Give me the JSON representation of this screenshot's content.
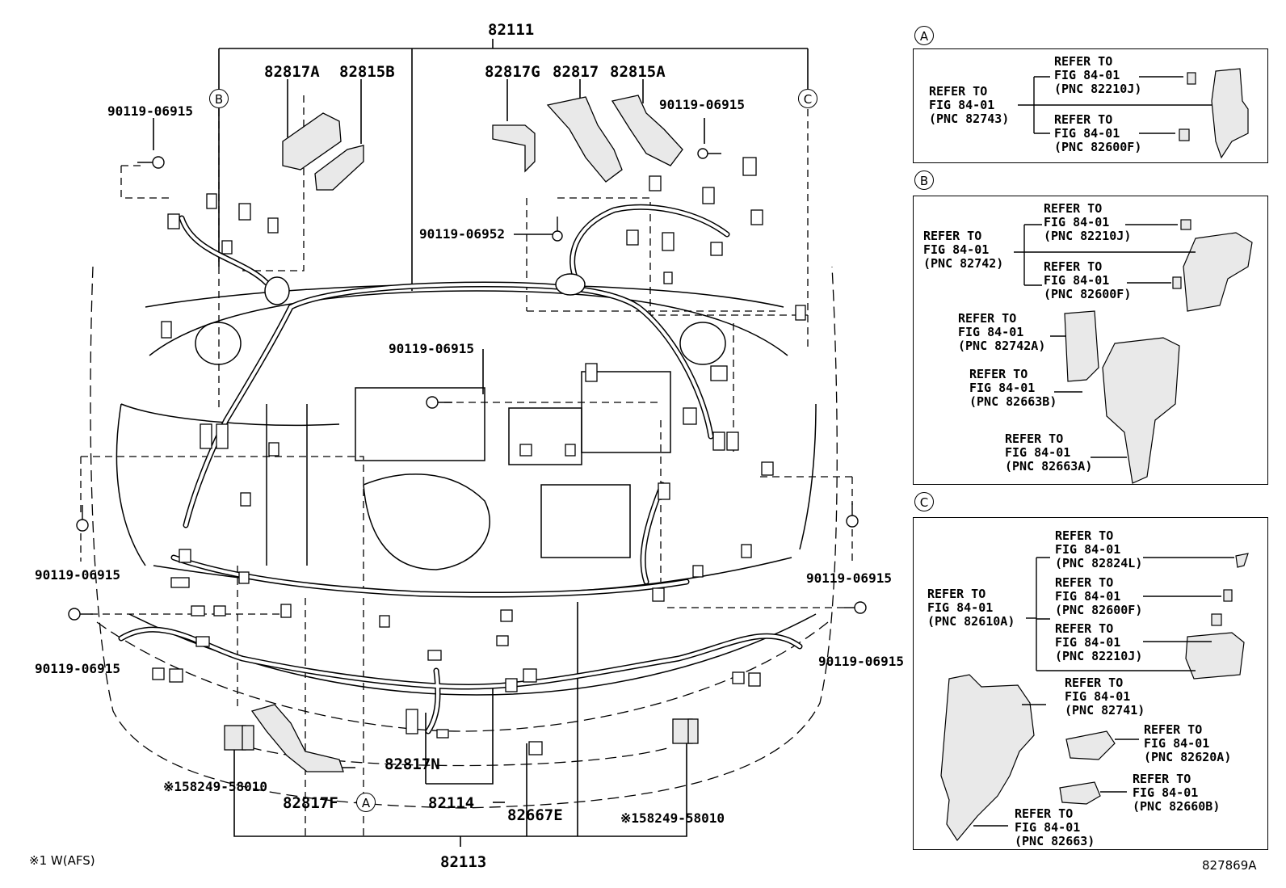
{
  "main": {
    "part_82111": "82111",
    "part_82113": "82113",
    "part_82114": "82114",
    "part_82817A": "82817A",
    "part_82815B": "82815B",
    "part_82817G": "82817G",
    "part_82817": "82817",
    "part_82815A": "82815A",
    "part_82817N": "82817N",
    "part_82817F": "82817F",
    "part_82667E": "82667E",
    "bolt_tl": "90119-06915",
    "bolt_tr": "90119-06915",
    "bolt_mid": "90119-06915",
    "bolt_06952": "90119-06952",
    "bolt_left1": "90119-06915",
    "bolt_left2": "90119-06915",
    "bolt_right1": "90119-06915",
    "bolt_right2": "90119-06915",
    "clip_left": "※158249-58010",
    "clip_right": "※158249-58010",
    "marker_A": "A",
    "marker_B": "B",
    "marker_C": "C",
    "footnote": "※1 W(AFS)",
    "figure_id": "827869A"
  },
  "panel_A": {
    "marker": "A",
    "main_ref": [
      "REFER TO",
      "FIG 84-01",
      "(PNC 82743)"
    ],
    "ref1": [
      "REFER TO",
      "FIG 84-01",
      "(PNC 82210J)"
    ],
    "ref2": [
      "REFER TO",
      "FIG 84-01",
      "(PNC 82600F)"
    ]
  },
  "panel_B": {
    "marker": "B",
    "main_ref": [
      "REFER TO",
      "FIG 84-01",
      "(PNC 82742)"
    ],
    "ref1": [
      "REFER TO",
      "FIG 84-01",
      "(PNC 82210J)"
    ],
    "ref2": [
      "REFER TO",
      "FIG 84-01",
      "(PNC 82600F)"
    ],
    "ref3": [
      "REFER TO",
      "FIG 84-01",
      "(PNC 82742A)"
    ],
    "ref4": [
      "REFER TO",
      "FIG 84-01",
      "(PNC 82663B)"
    ],
    "ref5": [
      "REFER TO",
      "FIG 84-01",
      "(PNC 82663A)"
    ]
  },
  "panel_C": {
    "marker": "C",
    "main_ref": [
      "REFER TO",
      "FIG 84-01",
      "(PNC 82610A)"
    ],
    "ref1": [
      "REFER TO",
      "FIG 84-01",
      "(PNC 82824L)"
    ],
    "ref2": [
      "REFER TO",
      "FIG 84-01",
      "(PNC 82600F)"
    ],
    "ref3": [
      "REFER TO",
      "FIG 84-01",
      "(PNC 82210J)"
    ],
    "ref4": [
      "REFER TO",
      "FIG 84-01",
      "(PNC 82741)"
    ],
    "ref5": [
      "REFER TO",
      "FIG 84-01",
      "(PNC 82620A)"
    ],
    "ref6": [
      "REFER TO",
      "FIG 84-01",
      "(PNC 82660B)"
    ],
    "ref7": [
      "REFER TO",
      "FIG 84-01",
      "(PNC 82663)"
    ]
  }
}
